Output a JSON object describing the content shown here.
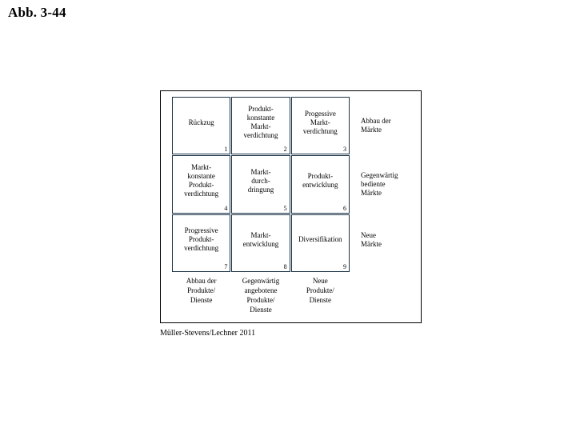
{
  "slide": {
    "title": "Abb. 3-44",
    "source": "Müller-Stevens/Lechner 2011"
  },
  "matrix": {
    "border_color": "#1b3347",
    "frame_color": "#000000",
    "rows": [
      {
        "row_label": "Abbau der\nMärkte",
        "cells": [
          {
            "label": "Rückzug",
            "number": "1"
          },
          {
            "label": "Produkt-\nkonstante\nMarkt-\nverdichtung",
            "number": "2"
          },
          {
            "label": "Progessive\nMarkt-\nverdichtung",
            "number": "3"
          }
        ]
      },
      {
        "row_label": "Gegenwärtig\nbediente\nMärkte",
        "cells": [
          {
            "label": "Markt-\nkonstante\nProdukt-\nverdichtung",
            "number": "4"
          },
          {
            "label": "Markt-\ndurch-\ndringung",
            "number": "5"
          },
          {
            "label": "Produkt-\nentwicklung",
            "number": "6"
          }
        ]
      },
      {
        "row_label": "Neue\nMärkte",
        "cells": [
          {
            "label": "Progressive\nProdukt-\nverdichtung",
            "number": "7"
          },
          {
            "label": "Markt-\nentwicklung",
            "number": "8"
          },
          {
            "label": "Diversifikation",
            "number": "9"
          }
        ]
      }
    ],
    "column_labels": [
      "Abbau der\nProdukte/\nDienste",
      "Gegenwärtig\nangebotene\nProdukte/\nDienste",
      "Neue\nProdukte/\nDienste"
    ]
  }
}
